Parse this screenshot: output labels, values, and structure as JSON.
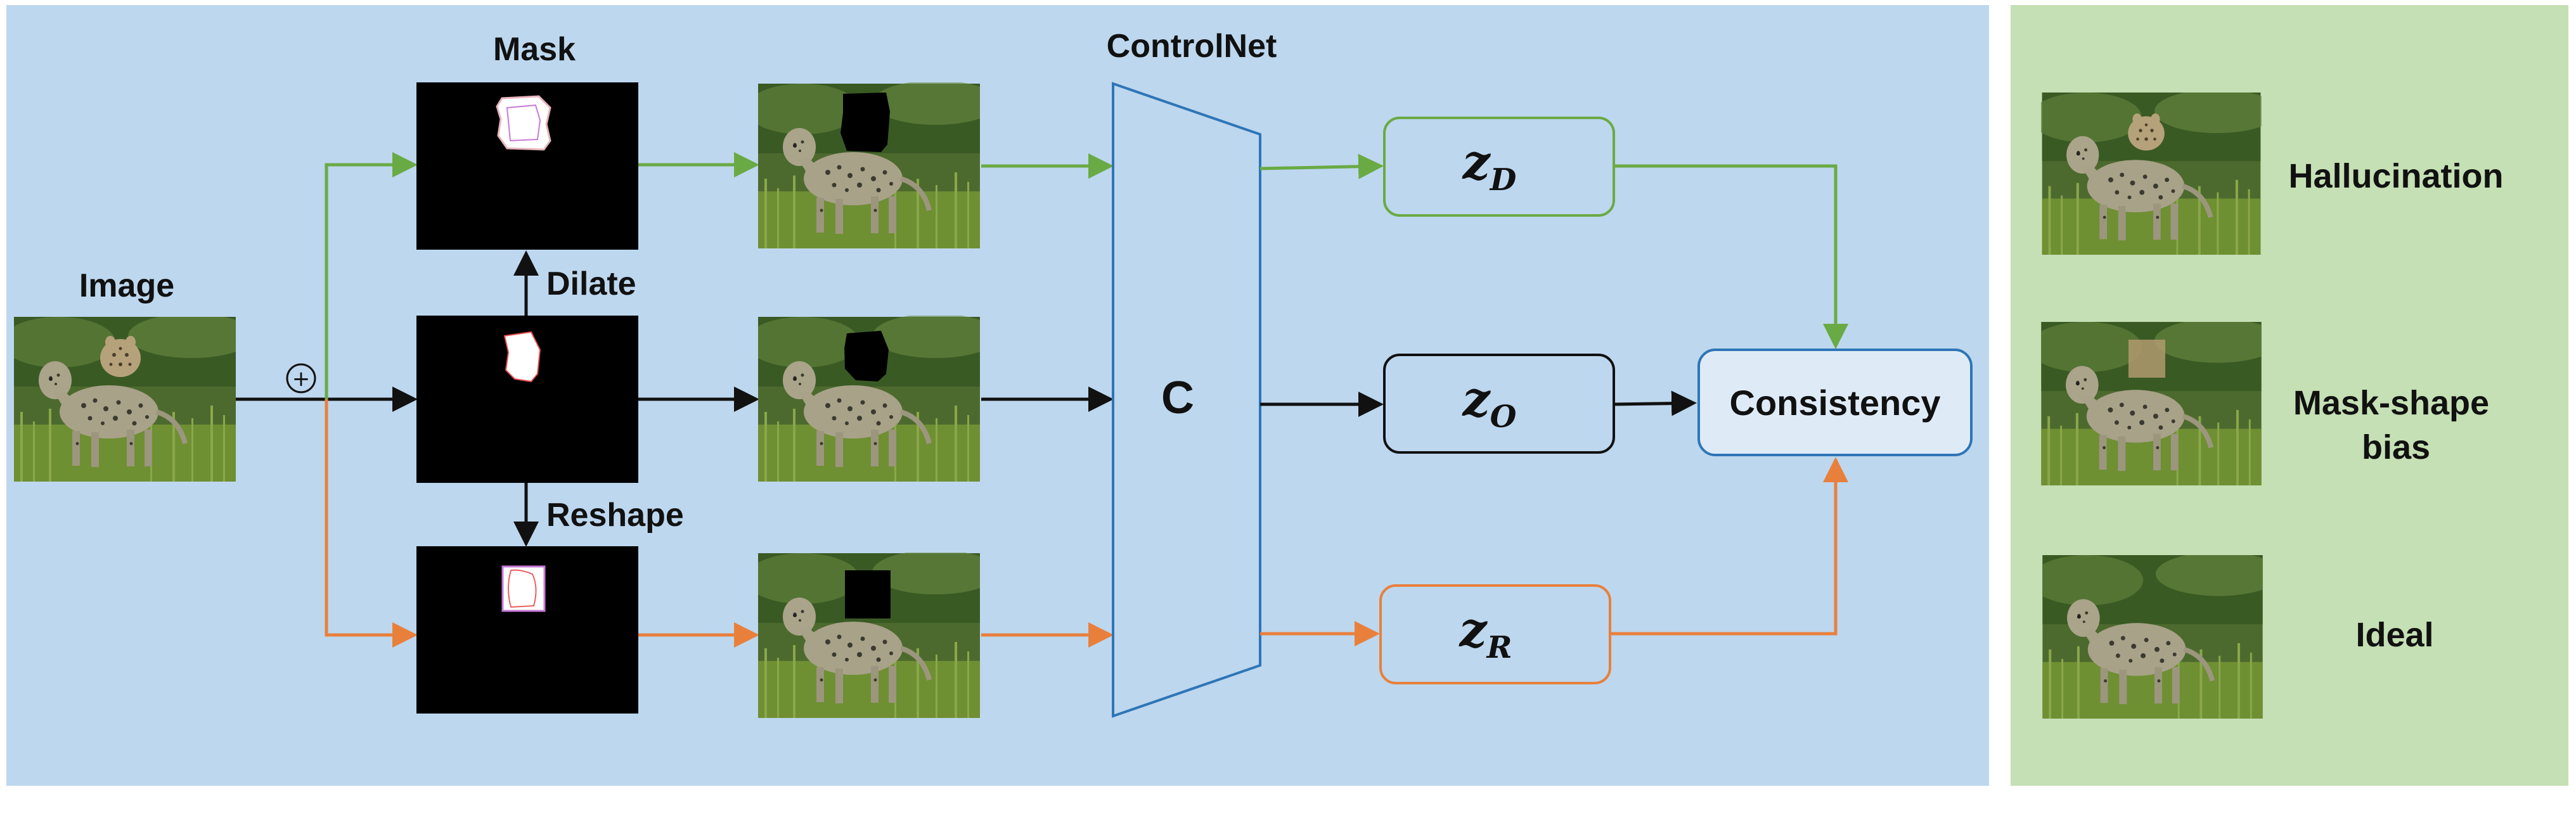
{
  "labels": {
    "mask": "Mask",
    "image": "Image",
    "dilate": "Dilate",
    "reshape": "Reshape",
    "controlnet": "ControlNet",
    "c": "C",
    "consistency": "Consistency",
    "plus": "+"
  },
  "latents": [
    {
      "symbol": "z",
      "subscript": "D",
      "color": "#6aaa44"
    },
    {
      "symbol": "z",
      "subscript": "O",
      "color": "#111111"
    },
    {
      "symbol": "z",
      "subscript": "R",
      "color": "#e8803c"
    }
  ],
  "outcomes": {
    "hallucination": "Hallucination",
    "mask_shape_bias": [
      "Mask-shape",
      "bias"
    ],
    "ideal": "Ideal"
  },
  "colors": {
    "main_panel": "#bdd7ee",
    "side_panel": "#c5e0b4",
    "controlnet": "#2e75b6",
    "green": "#6aaa44",
    "orange": "#e8803c",
    "black": "#111111",
    "consistency_fill": "#deebf7"
  }
}
